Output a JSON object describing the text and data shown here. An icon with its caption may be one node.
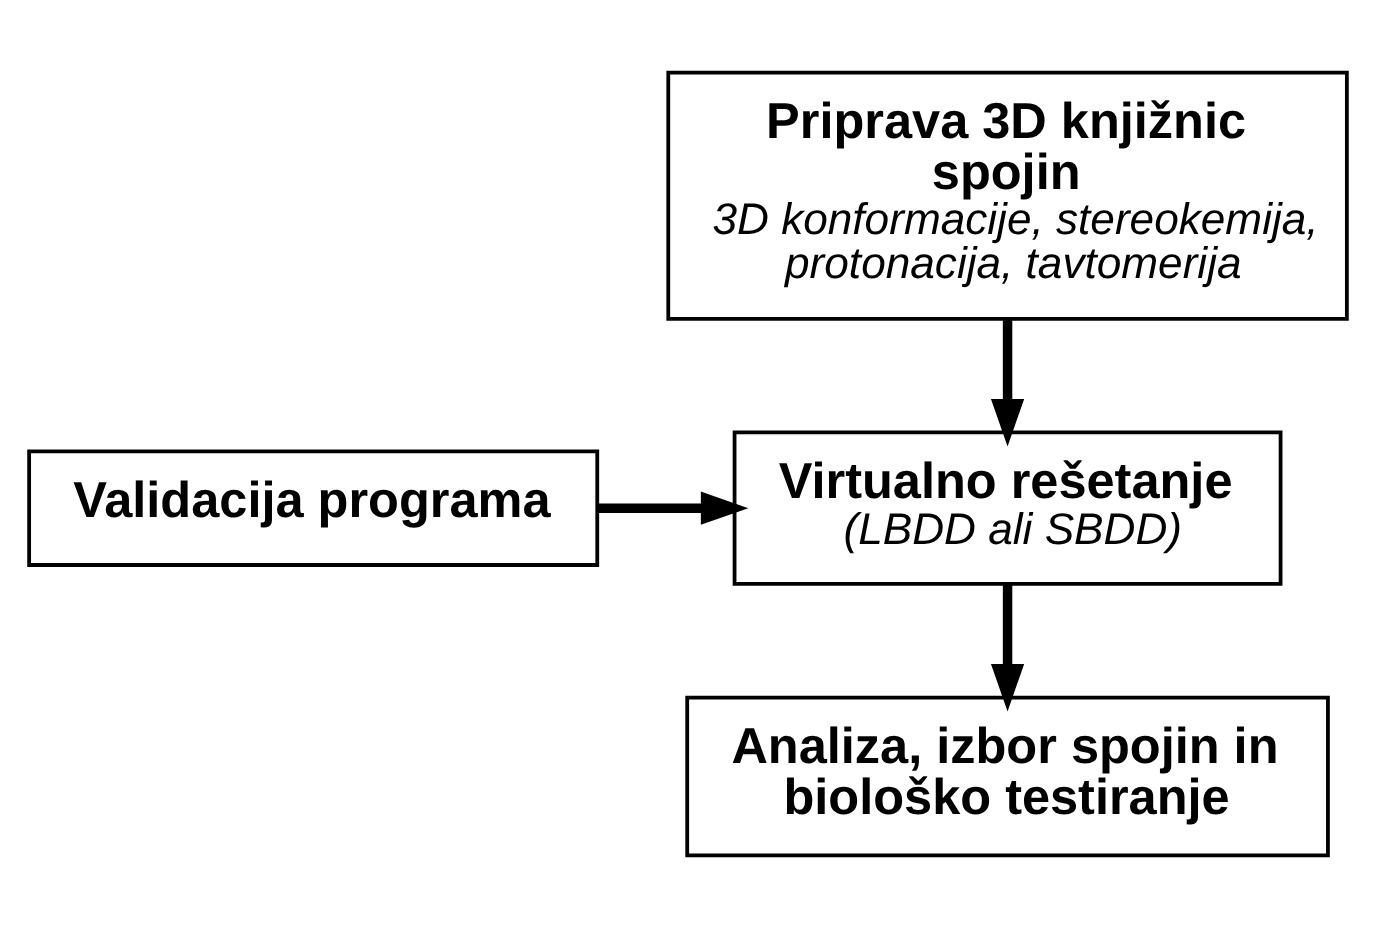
{
  "diagram": {
    "nodes": [
      {
        "text": [
          "Priprava 3D knjižnic spojin",
          "3D konformacije, stereokemija, protonacija, tavtomerija"
        ]
      },
      {
        "text": [
          "Validacija programa"
        ]
      },
      {
        "text": [
          "Virtualno rešetanje",
          "(LBDD ali SBDD)"
        ]
      },
      {
        "text": [
          "Analiza, izbor spojin in biološko testiranje"
        ]
      }
    ],
    "edges": [
      {
        "from": 0,
        "to": 2,
        "arrow": "to"
      },
      {
        "from": 1,
        "to": 2,
        "arrow": "to"
      },
      {
        "from": 2,
        "to": 3,
        "arrow": "to"
      }
    ]
  }
}
